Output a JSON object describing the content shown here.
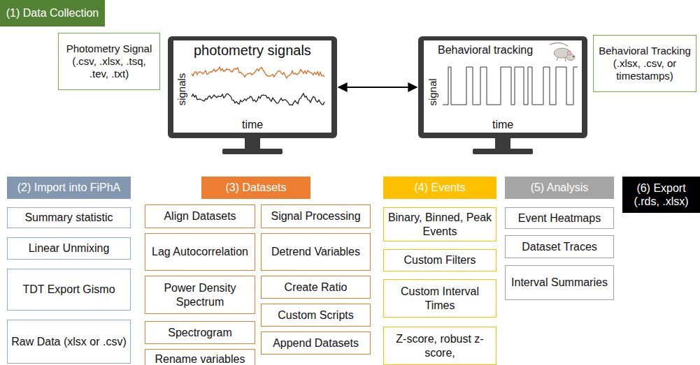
{
  "diagram": {
    "nodes": [
      {
        "text": [
          "(1) Data Collection"
        ]
      },
      {
        "text": [
          "Photometry Signal (.csv, .xlsx, .tsq, .tev, .txt)"
        ]
      },
      {
        "text": [
          "photometry signals",
          "signals",
          "time"
        ]
      },
      {
        "text": [
          "Behavioral tracking",
          "signal",
          "time"
        ]
      },
      {
        "text": [
          "Behavioral Tracking (.xlsx, .csv, or timestamps)"
        ]
      },
      {
        "text": [
          "(2) Import into FiPhA"
        ]
      },
      {
        "text": [
          "(3) Datasets"
        ]
      },
      {
        "text": [
          "(4) Events"
        ]
      },
      {
        "text": [
          "(5) Analysis"
        ]
      },
      {
        "text": [
          "(6) Export (.rds, .xlsx)"
        ]
      },
      {
        "text": [
          "Summary statistic"
        ]
      },
      {
        "text": [
          "Linear Unmixing"
        ]
      },
      {
        "text": [
          "TDT Export Gismo"
        ]
      },
      {
        "text": [
          "Raw Data (xlsx or .csv)"
        ]
      },
      {
        "text": [
          "Align Datasets"
        ]
      },
      {
        "text": [
          "Lag Autocorrelation"
        ]
      },
      {
        "text": [
          "Power Density Spectrum"
        ]
      },
      {
        "text": [
          "Spectrogram"
        ]
      },
      {
        "text": [
          "Rename variables"
        ]
      },
      {
        "text": [
          "Signal Processing"
        ]
      },
      {
        "text": [
          "Detrend Variables"
        ]
      },
      {
        "text": [
          "Create Ratio"
        ]
      },
      {
        "text": [
          "Custom Scripts"
        ]
      },
      {
        "text": [
          "Append Datasets"
        ]
      },
      {
        "text": [
          "Binary, Binned, Peak Events"
        ]
      },
      {
        "text": [
          "Custom Filters"
        ]
      },
      {
        "text": [
          "Custom Interval Times"
        ]
      },
      {
        "text": [
          "Z-score, robust z-score,"
        ]
      },
      {
        "text": [
          "Event Heatmaps"
        ]
      },
      {
        "text": [
          "Dataset Traces"
        ]
      },
      {
        "text": [
          "Interval Summaries"
        ]
      }
    ],
    "edges": [
      {
        "from": 2,
        "to": 3,
        "arrow": "both"
      }
    ]
  }
}
